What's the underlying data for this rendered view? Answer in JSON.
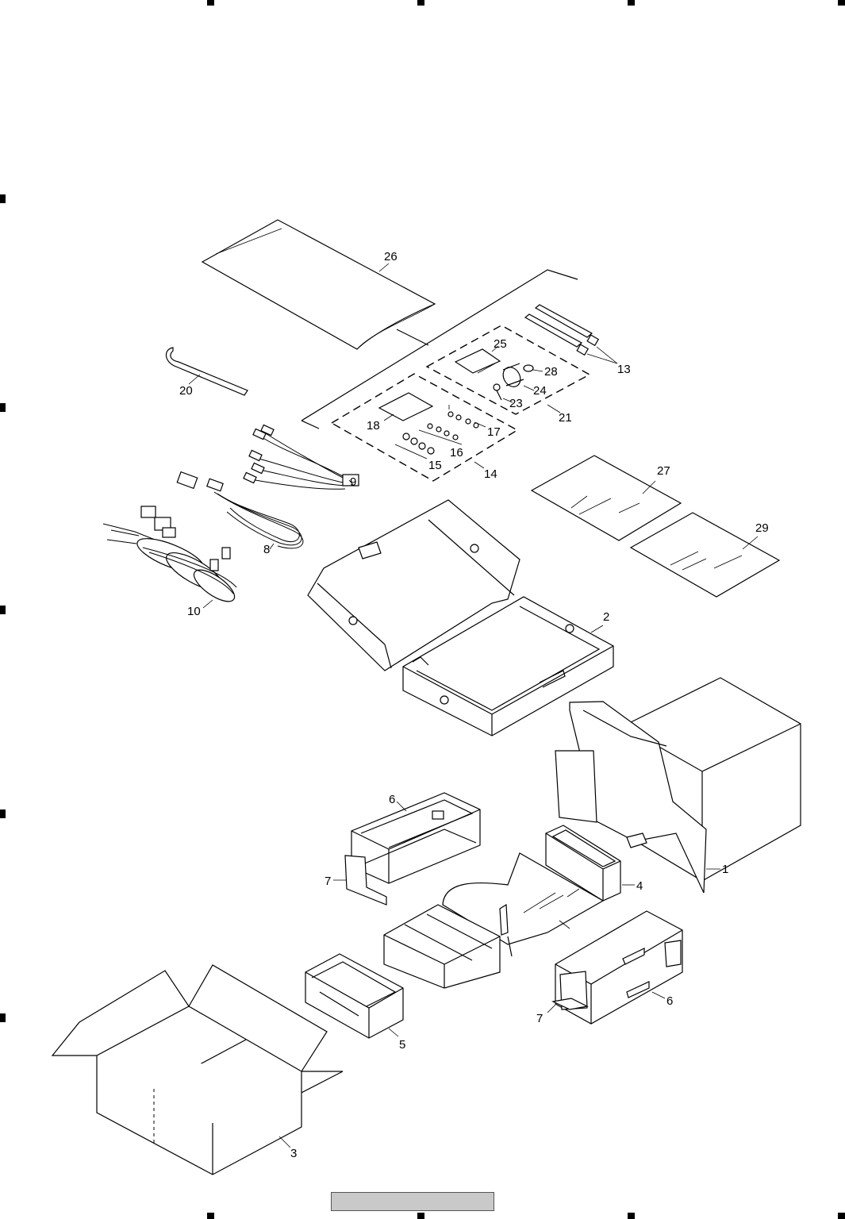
{
  "parts": {
    "p1": "1",
    "p2": "2",
    "p3": "3",
    "p4": "4",
    "p5": "5",
    "p6a": "6",
    "p6b": "6",
    "p7a": "7",
    "p7b": "7",
    "p8": "8",
    "p9": "9",
    "p10": "10",
    "p13": "13",
    "p14": "14",
    "p15": "15",
    "p16": "16",
    "p17": "17",
    "p18": "18",
    "p20": "20",
    "p21": "21",
    "p23": "23",
    "p24": "24",
    "p25": "25",
    "p26": "26",
    "p27": "27",
    "p28": "28",
    "p29": "29"
  },
  "colors": {
    "line": "#000000",
    "footer_bar": "#c9c9c9"
  }
}
